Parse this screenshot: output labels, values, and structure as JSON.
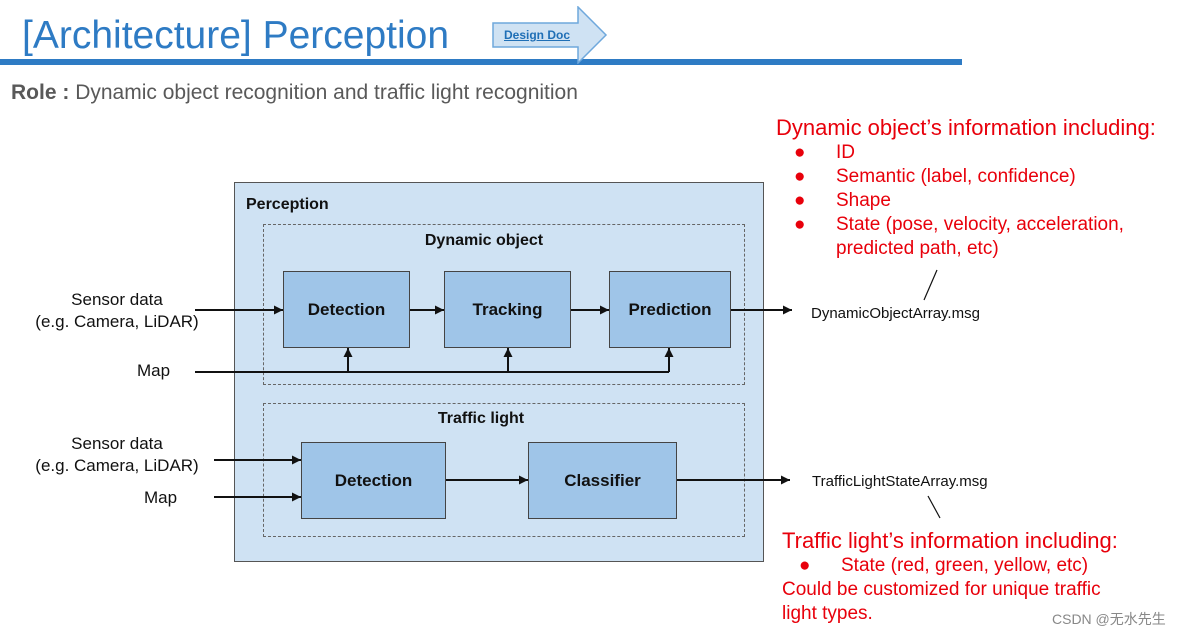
{
  "header": {
    "title": "[Architecture] Perception",
    "design_doc_label": "Design Doc"
  },
  "role": {
    "label": "Role :",
    "text": "Dynamic object recognition and traffic light recognition"
  },
  "diagram": {
    "container_label": "Perception",
    "dynamic_group": {
      "label": "Dynamic object",
      "nodes": [
        "Detection",
        "Tracking",
        "Prediction"
      ],
      "output": "DynamicObjectArray.msg"
    },
    "traffic_group": {
      "label": "Traffic light",
      "nodes": [
        "Detection",
        "Classifier"
      ],
      "output": "TrafficLightStateArray.msg"
    },
    "inputs": {
      "sensor_line1": "Sensor data",
      "sensor_line2": "(e.g. Camera, LiDAR)",
      "map": "Map"
    }
  },
  "notes": {
    "dynamic": {
      "title": "Dynamic object’s information including:",
      "bullets": [
        "ID",
        "Semantic (label, confidence)",
        "Shape",
        "State (pose, velocity, acceleration,"
      ],
      "continuation": "predicted path, etc)"
    },
    "traffic": {
      "title": "Traffic light’s information including:",
      "bullets": [
        "State (red, green, yellow, etc)"
      ],
      "footer_line1": "Could be customized for unique traffic",
      "footer_line2": "light types."
    },
    "bullet_char": "●"
  },
  "watermark": "CSDN @无水先生",
  "colors": {
    "title_blue": "#2e7bc4",
    "note_red": "#e8000b",
    "container_fill": "#cfe2f3",
    "node_fill": "#9fc5e8"
  }
}
